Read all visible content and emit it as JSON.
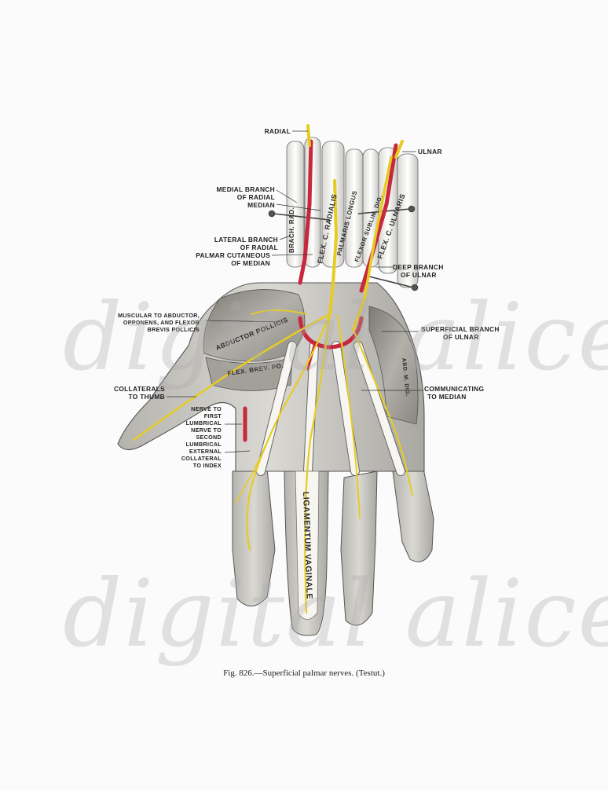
{
  "labels": {
    "radial": "RADIAL",
    "ulnar": "ULNAR",
    "medial_branch_radial": [
      "MEDIAL BRANCH",
      "OF RADIAL"
    ],
    "median": "MEDIAN",
    "lateral_branch_radial": [
      "LATERAL BRANCH",
      "OF RADIAL"
    ],
    "palmar_cutaneous": [
      "PALMAR CUTANEOUS",
      "OF MEDIAN"
    ],
    "deep_branch_ulnar": [
      "DEEP BRANCH",
      "OF ULNAR"
    ],
    "muscular_abductor": [
      "MUSCULAR TO ABDUCTOR,",
      "OPPONENS, AND FLEXOR",
      "BREVIS POLLICIS"
    ],
    "superficial_branch_ulnar": [
      "SUPERFICIAL BRANCH",
      "OF ULNAR"
    ],
    "collaterals_thumb": [
      "COLLATERALS",
      "TO THUMB"
    ],
    "communicating_median": [
      "COMMUNICATING",
      "TO MEDIAN"
    ],
    "nerve_lumbricals": [
      "NERVE TO",
      "FIRST",
      "LUMBRICAL",
      "NERVE TO",
      "SECOND",
      "LUMBRICAL",
      "EXTERNAL",
      "COLLATERAL",
      "TO INDEX"
    ]
  },
  "structures": {
    "brach_rad": "BRACH. RAD.",
    "flex_c_radialis": "FLEX. C. RADIALIS",
    "palmaris_longus": "PALMARIS LONGUS",
    "flexor_sublim_dig": "FLEXOR SUBLIM. DIG.",
    "flex_c_ulnaris": "FLEX. C. ULNARIS",
    "abductor_pollicis": "ABDUCTOR POLLICIS",
    "flex_brev_po": "FLEX. BREV. PO.",
    "abd_m_dig": "ABD. M. DIG.",
    "ligamentum_vaginale": "LIGAMENTUM VAGINALE"
  },
  "caption": "Fig. 826.—Superficial palmar nerves.  (Testut.)",
  "watermark": "digital alice",
  "colors": {
    "nerve": "#e6cc22",
    "artery": "#c8283c",
    "tendon": "#f4f3ef",
    "muscle": "#8f8c86",
    "skin": "#c9c7c2"
  }
}
